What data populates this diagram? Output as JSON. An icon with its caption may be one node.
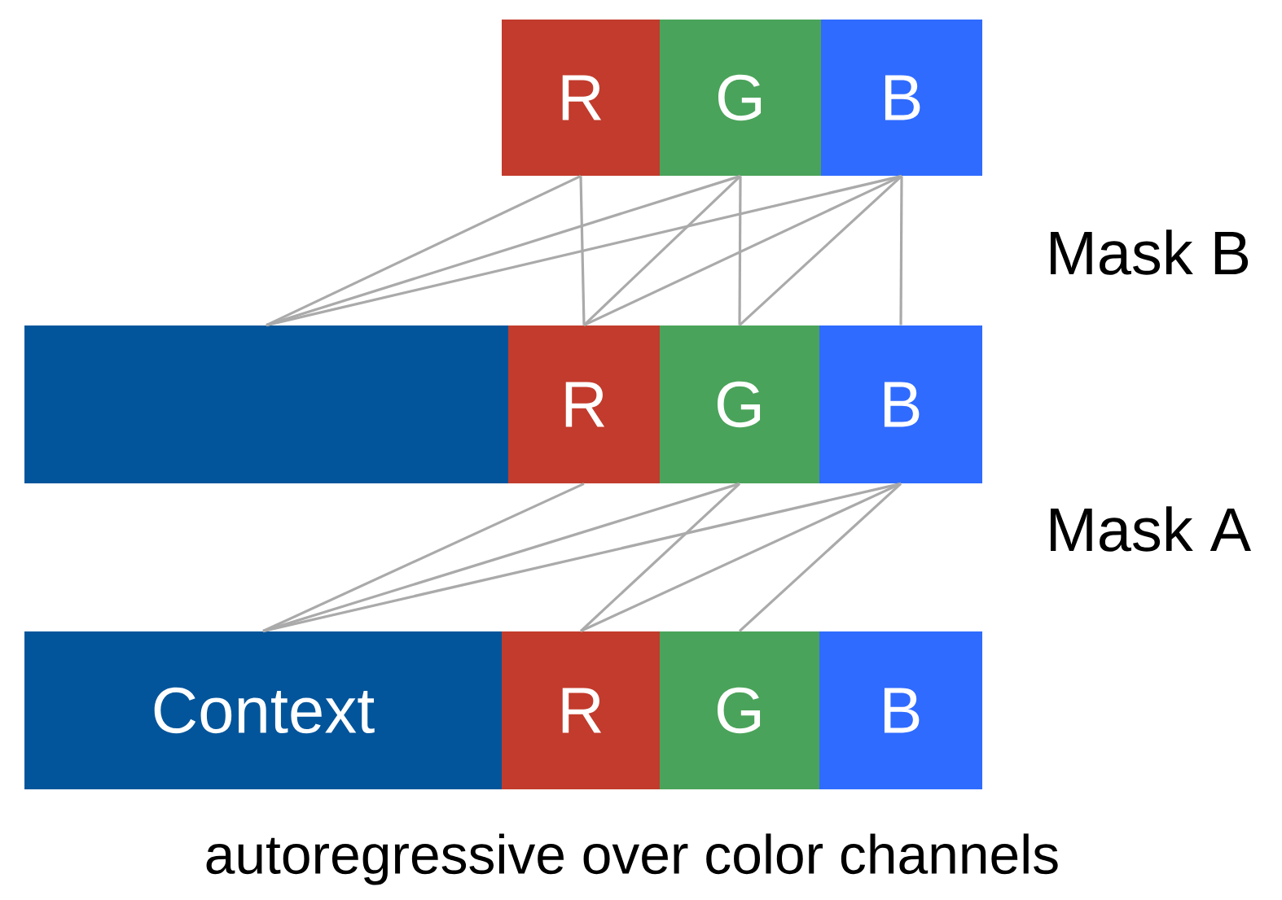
{
  "diagram": {
    "caption": "autoregressive over color channels",
    "nodes": [
      {
        "text": [
          "R"
        ]
      },
      {
        "text": [
          "G"
        ]
      },
      {
        "text": [
          "B"
        ]
      },
      {
        "text": [],
        "shape": "box"
      },
      {
        "text": [
          "R"
        ]
      },
      {
        "text": [
          "G"
        ]
      },
      {
        "text": [
          "B"
        ]
      },
      {
        "text": [
          "Context"
        ]
      },
      {
        "text": [
          "R"
        ]
      },
      {
        "text": [
          "G"
        ]
      },
      {
        "text": [
          "B"
        ]
      }
    ],
    "edges": [
      {
        "from": 3,
        "to": 0,
        "arrow": "none"
      },
      {
        "from": 4,
        "to": 0,
        "arrow": "none"
      },
      {
        "from": 3,
        "to": 1,
        "arrow": "none"
      },
      {
        "from": 4,
        "to": 1,
        "arrow": "none"
      },
      {
        "from": 5,
        "to": 1,
        "arrow": "none"
      },
      {
        "from": 3,
        "to": 2,
        "arrow": "none"
      },
      {
        "from": 4,
        "to": 2,
        "arrow": "none"
      },
      {
        "from": 5,
        "to": 2,
        "arrow": "none"
      },
      {
        "from": 6,
        "to": 2,
        "arrow": "none"
      },
      {
        "from": 7,
        "to": 4,
        "arrow": "none"
      },
      {
        "from": 7,
        "to": 5,
        "arrow": "none"
      },
      {
        "from": 8,
        "to": 5,
        "arrow": "none"
      },
      {
        "from": 7,
        "to": 6,
        "arrow": "none"
      },
      {
        "from": 8,
        "to": 6,
        "arrow": "none"
      },
      {
        "from": 9,
        "to": 6,
        "arrow": "none"
      }
    ],
    "labels": [
      "Mask B",
      "Mask A"
    ]
  }
}
